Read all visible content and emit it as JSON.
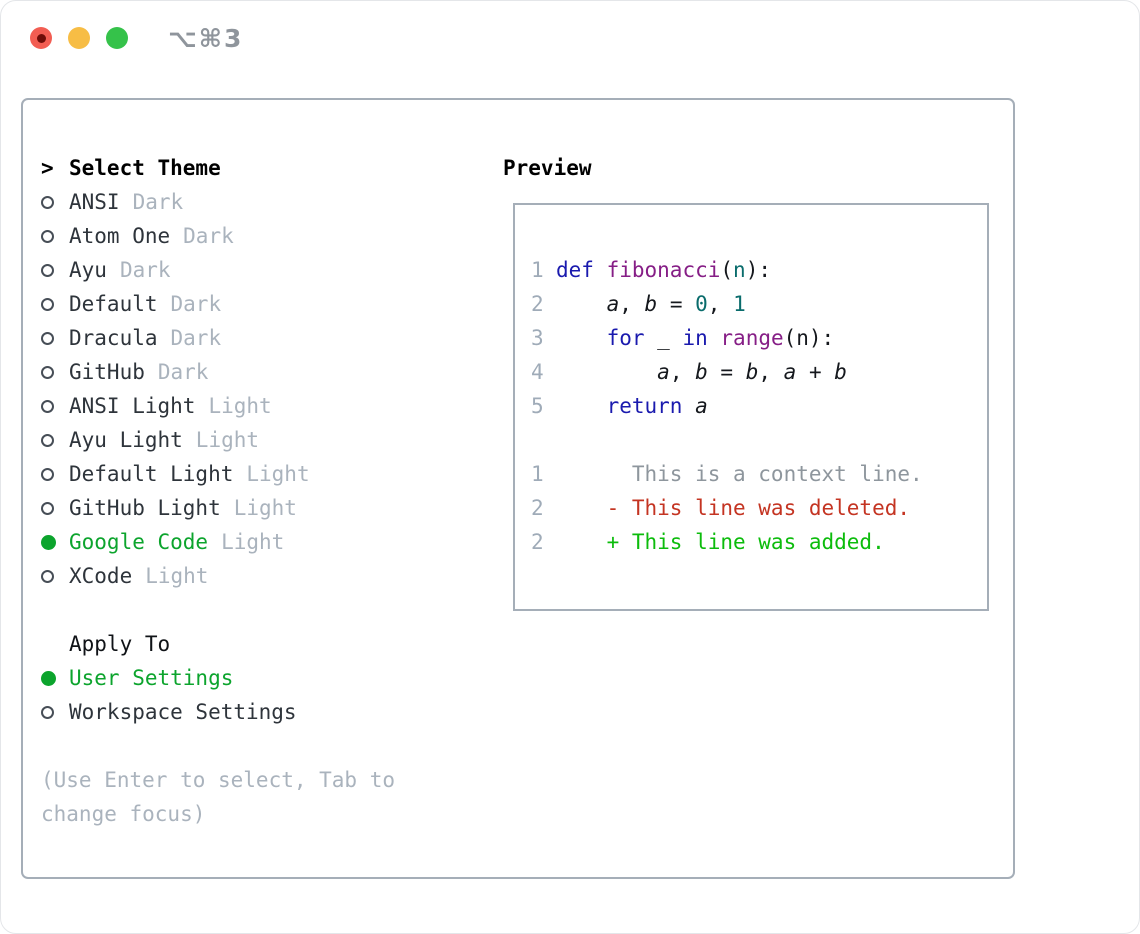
{
  "titlebar": {
    "title": "⌥⌘3"
  },
  "theme_picker": {
    "header": {
      "prompt": ">",
      "label": "Select Theme"
    },
    "themes": [
      {
        "name": "ANSI",
        "tag": "Dark",
        "selected": false
      },
      {
        "name": "Atom One",
        "tag": "Dark",
        "selected": false
      },
      {
        "name": "Ayu",
        "tag": "Dark",
        "selected": false
      },
      {
        "name": "Default",
        "tag": "Dark",
        "selected": false
      },
      {
        "name": "Dracula",
        "tag": "Dark",
        "selected": false
      },
      {
        "name": "GitHub",
        "tag": "Dark",
        "selected": false
      },
      {
        "name": "ANSI Light",
        "tag": "Light",
        "selected": false
      },
      {
        "name": "Ayu Light",
        "tag": "Light",
        "selected": false
      },
      {
        "name": "Default Light",
        "tag": "Light",
        "selected": false
      },
      {
        "name": "GitHub Light",
        "tag": "Light",
        "selected": false
      },
      {
        "name": "Google Code",
        "tag": "Light",
        "selected": true
      },
      {
        "name": "XCode",
        "tag": "Light",
        "selected": false
      }
    ],
    "apply_to": {
      "label": "Apply To",
      "options": [
        {
          "name": "User Settings",
          "selected": true
        },
        {
          "name": "Workspace Settings",
          "selected": false
        }
      ]
    },
    "help_text": "(Use Enter to select, Tab to change focus)"
  },
  "preview": {
    "label": "Preview",
    "lines": [
      {
        "num": "1",
        "tokens": [
          {
            "t": "def",
            "c": "kwd"
          },
          {
            "t": " ",
            "c": "pln"
          },
          {
            "t": "fibonacci",
            "c": "typ"
          },
          {
            "t": "(",
            "c": "pln"
          },
          {
            "t": "n",
            "c": "lit"
          },
          {
            "t": "):",
            "c": "pln"
          }
        ]
      },
      {
        "num": "2",
        "tokens": [
          {
            "t": "    ",
            "c": "pln"
          },
          {
            "t": "a",
            "c": "var"
          },
          {
            "t": ", ",
            "c": "pln"
          },
          {
            "t": "b",
            "c": "var"
          },
          {
            "t": " = ",
            "c": "pln"
          },
          {
            "t": "0",
            "c": "lit"
          },
          {
            "t": ", ",
            "c": "pln"
          },
          {
            "t": "1",
            "c": "lit"
          }
        ]
      },
      {
        "num": "3",
        "tokens": [
          {
            "t": "    ",
            "c": "pln"
          },
          {
            "t": "for",
            "c": "kwd"
          },
          {
            "t": " _ ",
            "c": "pln"
          },
          {
            "t": "in",
            "c": "kwd"
          },
          {
            "t": " ",
            "c": "pln"
          },
          {
            "t": "range",
            "c": "typ"
          },
          {
            "t": "(n):",
            "c": "pln"
          }
        ]
      },
      {
        "num": "4",
        "tokens": [
          {
            "t": "        ",
            "c": "pln"
          },
          {
            "t": "a",
            "c": "var"
          },
          {
            "t": ", ",
            "c": "pln"
          },
          {
            "t": "b",
            "c": "var"
          },
          {
            "t": " = ",
            "c": "pln"
          },
          {
            "t": "b",
            "c": "var"
          },
          {
            "t": ", ",
            "c": "pln"
          },
          {
            "t": "a",
            "c": "var"
          },
          {
            "t": " + ",
            "c": "pln"
          },
          {
            "t": "b",
            "c": "var"
          }
        ]
      },
      {
        "num": "5",
        "tokens": [
          {
            "t": "    ",
            "c": "pln"
          },
          {
            "t": "return",
            "c": "kwd"
          },
          {
            "t": " ",
            "c": "pln"
          },
          {
            "t": "a",
            "c": "var"
          }
        ]
      },
      {
        "num": "",
        "tokens": []
      },
      {
        "num": "1",
        "tokens": [
          {
            "t": "      This is a context line.",
            "c": "ctx"
          }
        ]
      },
      {
        "num": "2",
        "tokens": [
          {
            "t": "    - This line was deleted.",
            "c": "del"
          }
        ]
      },
      {
        "num": "2",
        "tokens": [
          {
            "t": "    + This line was added.",
            "c": "add"
          }
        ]
      }
    ]
  },
  "colors": {
    "accent_green": "#0ca42d",
    "added_green": "#0cbc0c",
    "deleted_red": "#c43422",
    "keyword_blue": "#1a1aae",
    "type_purple": "#861e86",
    "literal_teal": "#0a6c6c",
    "text_dark": "#15181d",
    "text_muted": "#aab3bd",
    "line_number": "#9fabb8",
    "context_gray": "#8e969d",
    "border_gray": "#a5aeb8",
    "close_red": "#f25d52",
    "minimize_yellow": "#f7bd45",
    "maximize_green": "#35c24a"
  }
}
